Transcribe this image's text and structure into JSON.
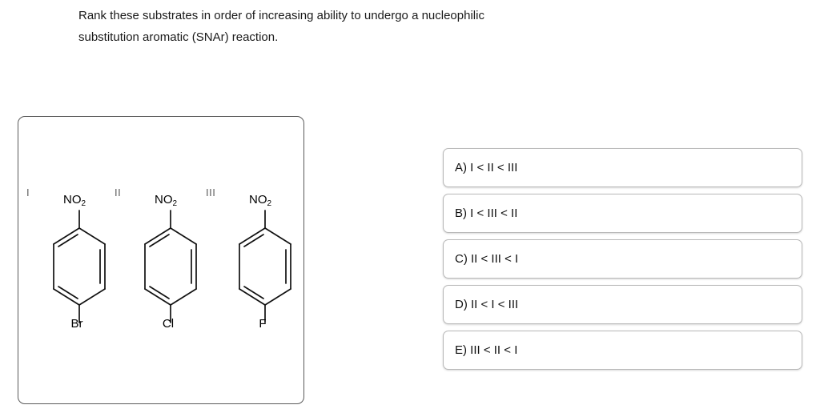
{
  "question": {
    "line1": "Rank these substrates in order of increasing ability to undergo a nucleophilic",
    "line2": "substitution aromatic (SNAr) reaction."
  },
  "structures": [
    {
      "roman": "I",
      "top_group": "NO",
      "top_group_sub": "2",
      "bottom_group": "Br",
      "name": "4-bromonitrobenzene"
    },
    {
      "roman": "II",
      "top_group": "NO",
      "top_group_sub": "2",
      "bottom_group": "Cl",
      "name": "4-chloronitrobenzene"
    },
    {
      "roman": "III",
      "top_group": "NO",
      "top_group_sub": "2",
      "bottom_group": "F",
      "name": "4-fluoronitrobenzene"
    }
  ],
  "options": [
    {
      "label": "A) I < II < III"
    },
    {
      "label": "B) I < III < II"
    },
    {
      "label": "C) II < III < I"
    },
    {
      "label": "D) II < I < III"
    },
    {
      "label": "E) III < II < I"
    }
  ],
  "colors": {
    "panel_border": "#5a5a5a",
    "option_border": "#b9b9b9",
    "roman_label": "#5f5f5f",
    "text": "#111111",
    "background": "#ffffff"
  }
}
